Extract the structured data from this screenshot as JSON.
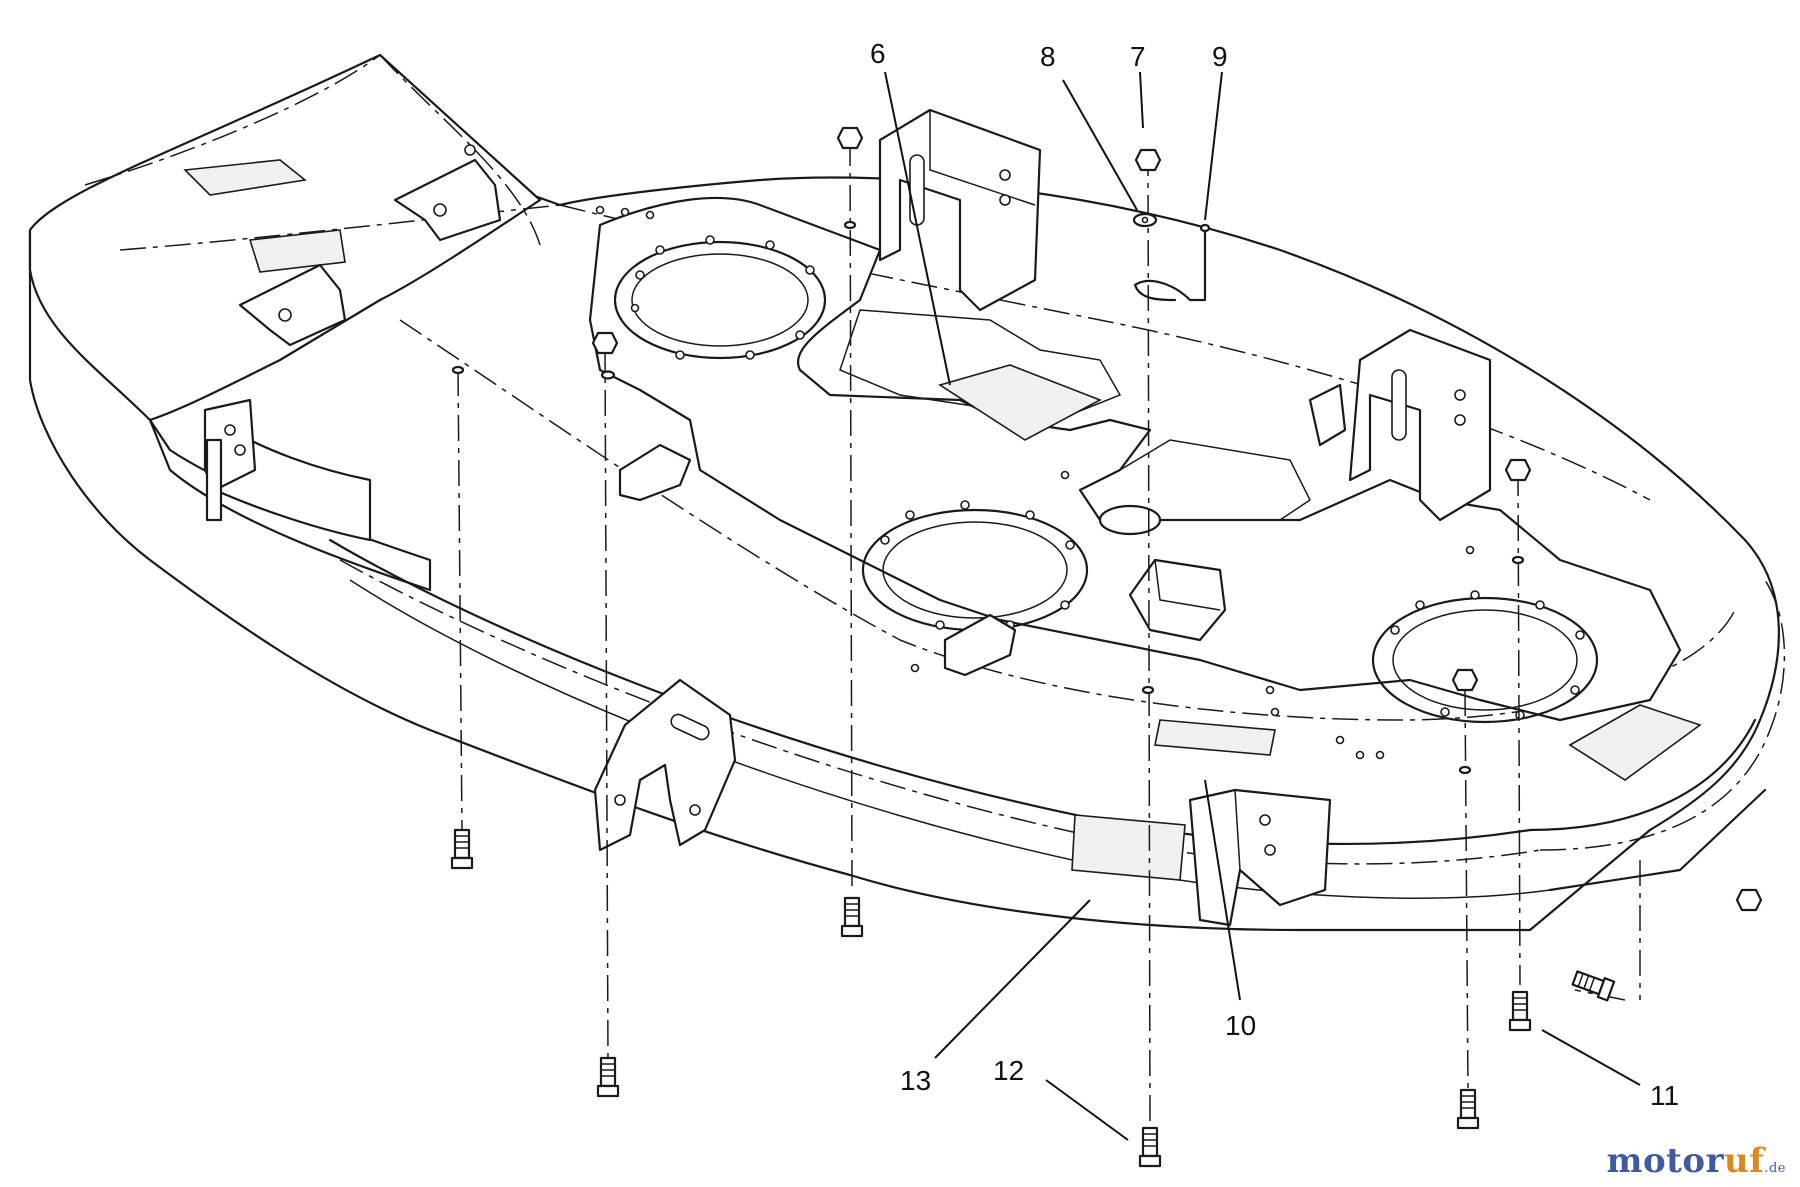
{
  "diagram": {
    "part_labels": [
      "6",
      "7",
      "8",
      "9",
      "10",
      "11",
      "12",
      "13"
    ]
  },
  "watermark": {
    "brand_main": "motor",
    "brand_accent": "uf",
    "brand_tld": ".de"
  },
  "colors": {
    "line": "#1a1a1a",
    "watermark_blue": "#3f5a9e",
    "watermark_orange": "#d98a1f"
  }
}
